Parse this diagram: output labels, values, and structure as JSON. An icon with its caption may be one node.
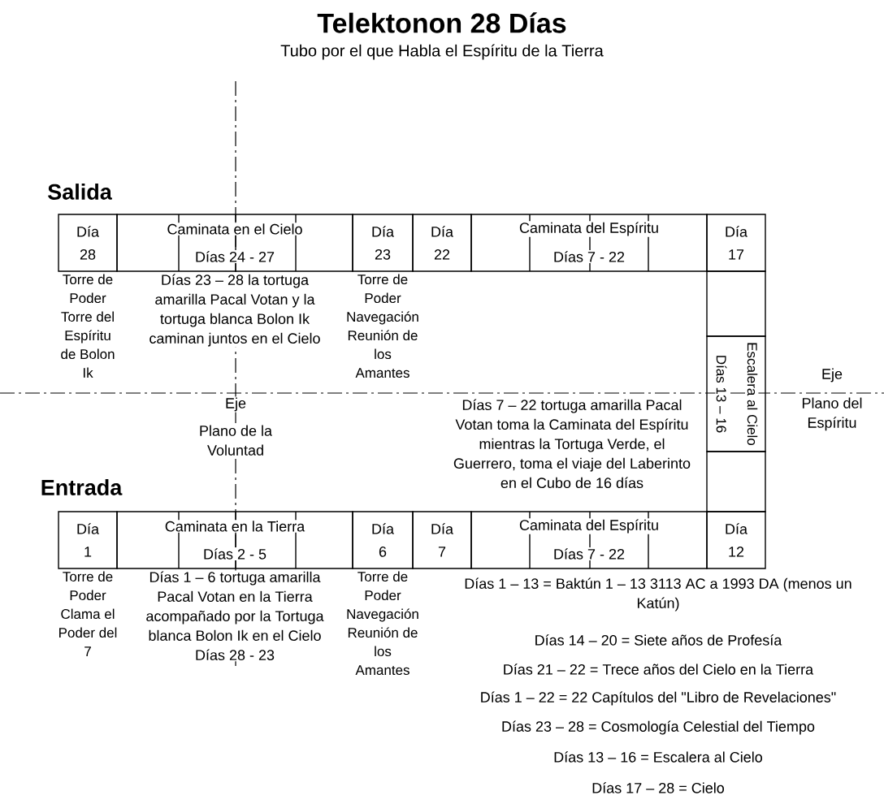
{
  "diagram": {
    "title": "Telektonon 28 Días",
    "nodes": [
      {
        "text": [
          "Día 28"
        ],
        "beside": [
          "Torre de Poder Torre del Espíritu de Bolon Ik"
        ]
      },
      {
        "text": [
          "Caminata en el Cielo",
          "Días 24 - 27"
        ],
        "beside": [
          "Días 23 – 28 la tortuga amarilla Pacal Votan y la tortuga blanca Bolon Ik caminan juntos en el Cielo"
        ]
      },
      {
        "text": [
          "Día 23"
        ],
        "beside": [
          "Torre de Poder Navegación Reunión de los Amantes"
        ]
      },
      {
        "text": [
          "Día 22"
        ]
      },
      {
        "text": [
          "Caminata del Espíritu",
          "Días 7 - 22"
        ]
      },
      {
        "text": [
          "Día 17"
        ]
      },
      {
        "text": [],
        "shape": "box"
      },
      {
        "text": [
          "Días 13 – 16",
          "Escalera al Cielo"
        ]
      },
      {
        "text": [],
        "shape": "box"
      },
      {
        "text": [
          "Día 1"
        ],
        "beside": [
          "Torre de Poder Clama el Poder del 7"
        ]
      },
      {
        "text": [
          "Caminata en la Tierra",
          "Días 2 - 5"
        ],
        "beside": [
          "Días 1 – 6 tortuga amarilla Pacal Votan en la Tierra acompañado por la Tortuga blanca Bolon Ik en el Cielo Días 28 - 23"
        ]
      },
      {
        "text": [
          "Día 6"
        ],
        "beside": [
          "Torre de Poder Navegación Reunión de los Amantes"
        ]
      },
      {
        "text": [
          "Día 7"
        ]
      },
      {
        "text": [
          "Caminata del Espíritu",
          "Días 7 - 22"
        ]
      },
      {
        "text": [
          "Día 12"
        ]
      }
    ],
    "labels": [
      "Tubo por el que Habla el Espíritu de la Tierra",
      "Salida",
      "Eje",
      "Plano de la Voluntad",
      "Días 7 – 22 tortuga amarilla Pacal Votan toma la Caminata del Espíritu mientras la Tortuga Verde, el Guerrero, toma el viaje del Laberinto en el Cubo de 16 días",
      "Eje",
      "Plano del Espíritu",
      "Entrada",
      "Días 1 – 13 = Baktún 1 – 13 3113 AC a 1993 DA (menos un Katún)",
      "Días 14 – 20 = Siete años de Profesía",
      "Días 21 – 22 = Trece años del Cielo en la Tierra",
      "Días 1 – 22 = 22 Capítulos del \"Libro de Revelaciones\"",
      "Días 23 – 28 = Cosmología Celestial del Tiempo",
      "Días 13 – 16 = Escalera al Cielo",
      "Días 17 – 28 = Cielo"
    ]
  }
}
